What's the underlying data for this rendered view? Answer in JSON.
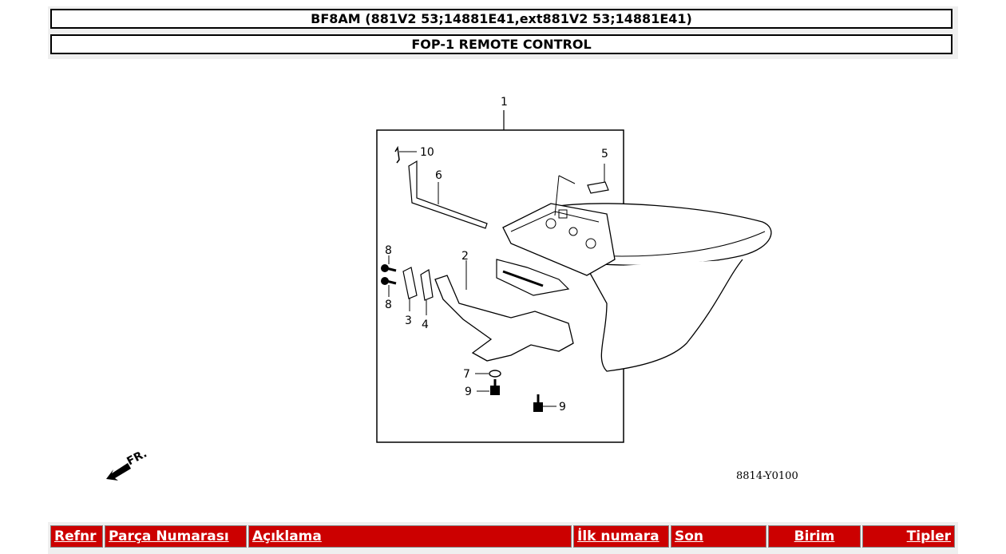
{
  "header": {
    "model": "BF8AM (881V2 53;14881E41,ext881V2 53;14881E41)",
    "section": "FOP-1 REMOTE CONTROL"
  },
  "diagram": {
    "callouts": [
      "1",
      "2",
      "3",
      "4",
      "5",
      "6",
      "7",
      "8",
      "8",
      "9",
      "9",
      "10"
    ],
    "front_marker": "FR.",
    "image_code": "8814-Y0100"
  },
  "table": {
    "headers": [
      "Refnr",
      "Parça Numarası",
      "Açıklama",
      "İlk numara",
      "Son",
      "Birim",
      "Tipler"
    ]
  },
  "colors": {
    "header_bg": "#cc0000",
    "header_text": "#ffffff"
  }
}
